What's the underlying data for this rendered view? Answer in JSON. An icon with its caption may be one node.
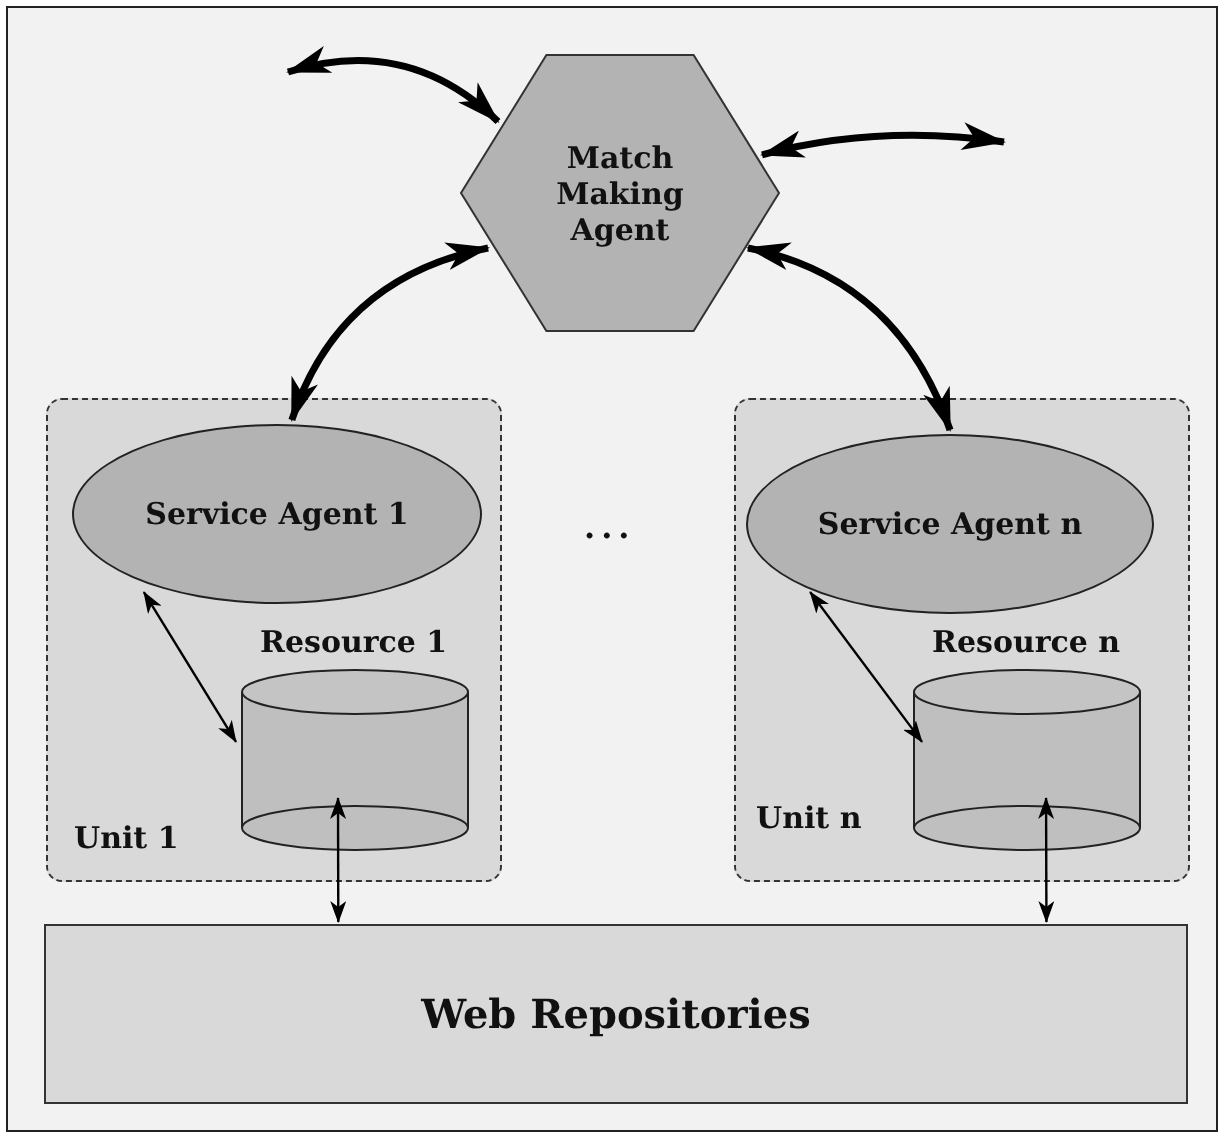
{
  "diagram": {
    "nodes": [
      {
        "text": [
          "Match Making Agent"
        ]
      },
      {
        "text": [
          "Unit 1"
        ]
      },
      {
        "text": [
          "Service Agent 1"
        ],
        "in": 1
      },
      {
        "text": [
          "Resource 1"
        ],
        "in": 1
      },
      {
        "text": [
          "Unit n"
        ]
      },
      {
        "text": [
          "Service Agent n"
        ],
        "in": 4
      },
      {
        "text": [
          "Resource n"
        ],
        "in": 4
      },
      {
        "text": [
          "Web Repositories"
        ]
      }
    ],
    "edges": [
      {
        "from": null,
        "to": 0,
        "arrow": "both",
        "style": "thick"
      },
      {
        "from": 0,
        "to": null,
        "arrow": "both",
        "style": "thick"
      },
      {
        "from": 0,
        "to": 2,
        "arrow": "both",
        "style": "thick"
      },
      {
        "from": 0,
        "to": 5,
        "arrow": "both",
        "style": "thick"
      },
      {
        "from": 2,
        "to": 3,
        "arrow": "both"
      },
      {
        "from": 5,
        "to": 6,
        "arrow": "both"
      },
      {
        "from": 3,
        "to": 7,
        "arrow": "both"
      },
      {
        "from": 6,
        "to": 7,
        "arrow": "both"
      }
    ],
    "labels": [
      "..."
    ]
  }
}
